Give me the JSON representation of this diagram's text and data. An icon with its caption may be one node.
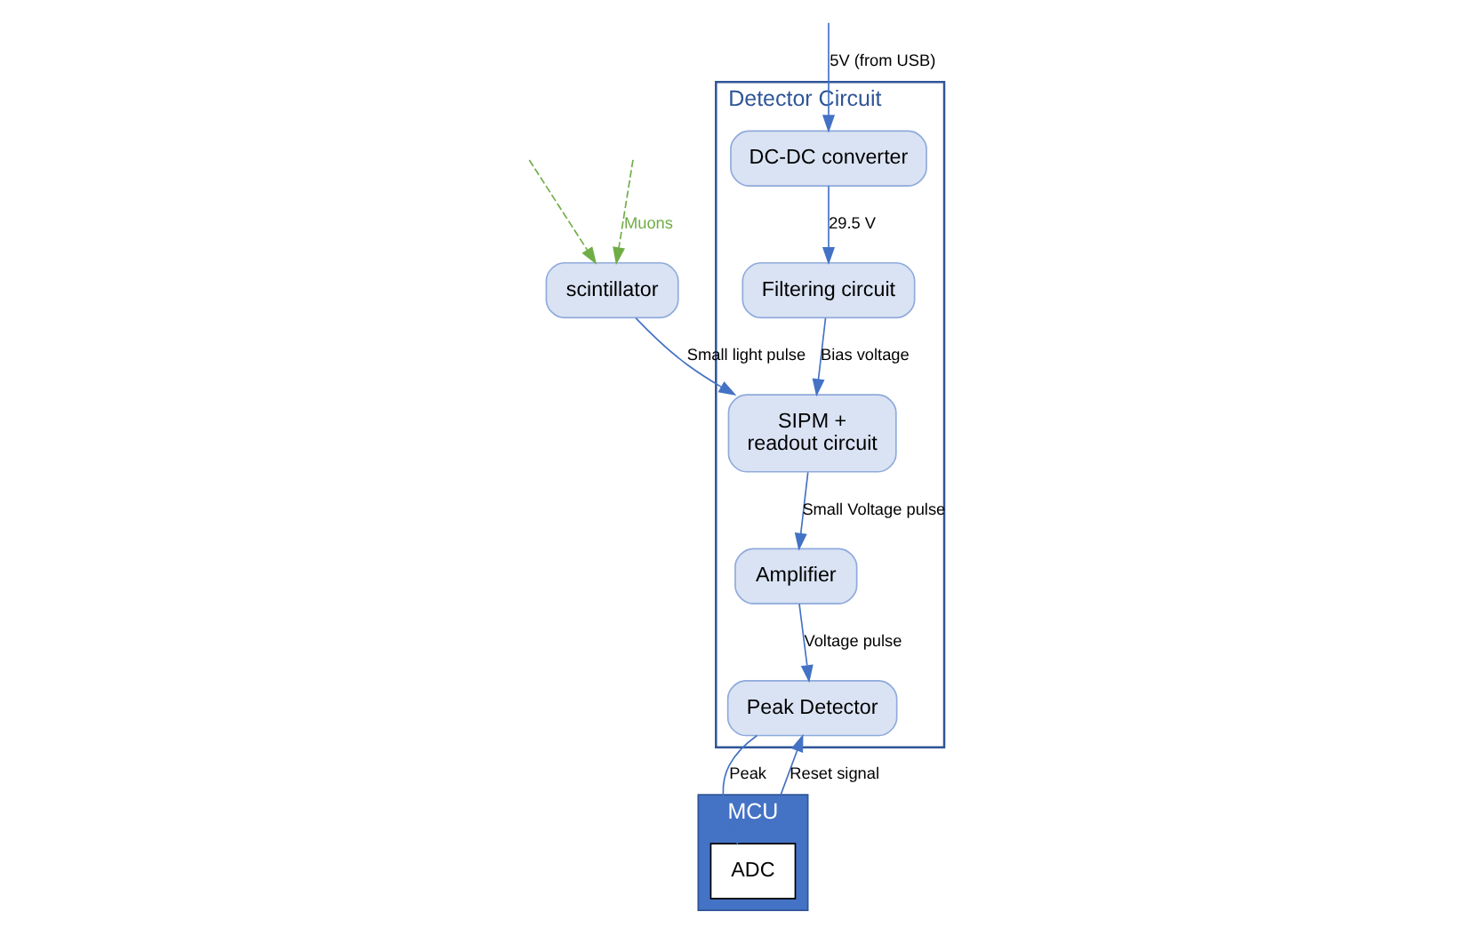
{
  "diagram": {
    "nodes": [
      {
        "text": [
          "Detector Circuit"
        ]
      },
      {
        "text": [
          "Filtering circuit"
        ],
        "in": 0
      },
      {
        "text": [
          "DC-DC converter"
        ],
        "in": 0
      },
      {
        "text": [
          "SIPM +",
          "readout circuit"
        ],
        "in": 0
      },
      {
        "text": [
          "Amplifier"
        ],
        "in": 0
      },
      {
        "text": [
          "Peak Detector"
        ],
        "in": 0
      },
      {
        "text": [
          "scintillator"
        ]
      },
      {
        "text": [
          "MCU"
        ]
      },
      {
        "text": [
          "ADC"
        ],
        "in": 7
      }
    ],
    "edges": [
      {
        "from": null,
        "to": 2,
        "arrow": "to",
        "label": "5V (from USB)"
      },
      {
        "from": 2,
        "to": 1,
        "arrow": "to",
        "label": "29.5 V"
      },
      {
        "from": 1,
        "to": 3,
        "arrow": "to",
        "label": "Bias voltage"
      },
      {
        "from": 6,
        "to": 3,
        "arrow": "to",
        "label": "Small light pulse"
      },
      {
        "from": 3,
        "to": 4,
        "arrow": "to",
        "label": "Small Voltage pulse"
      },
      {
        "from": 4,
        "to": 5,
        "arrow": "to",
        "label": "Voltage pulse"
      },
      {
        "from": 5,
        "to": 8,
        "arrow": "to",
        "label": "Peak"
      },
      {
        "from": 7,
        "to": 5,
        "arrow": "to",
        "label": "Reset signal"
      },
      {
        "from": null,
        "to": 6,
        "arrow": "to",
        "style": "dashed",
        "color": "#70ad47"
      },
      {
        "from": null,
        "to": 6,
        "arrow": "to",
        "style": "dashed",
        "color": "#70ad47",
        "label": "Muons"
      }
    ]
  }
}
